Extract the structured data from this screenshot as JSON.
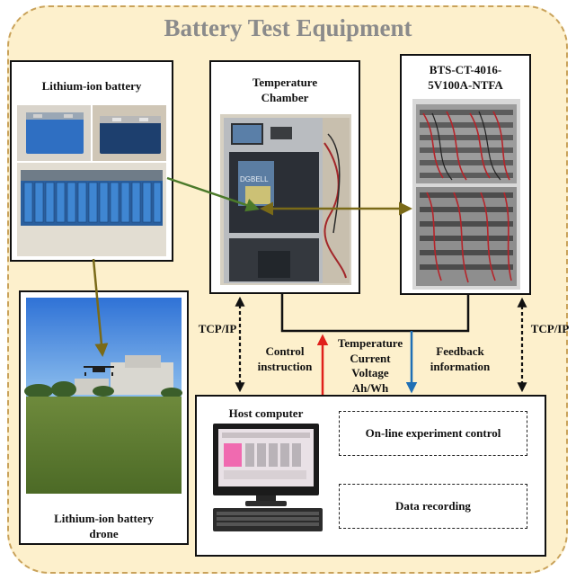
{
  "title": "Battery Test Equipment",
  "battery_panel": {
    "label": "Lithium-ion battery"
  },
  "chamber_panel": {
    "label_line1": "Temperature",
    "label_line2": "Chamber",
    "brand": "DGBELL"
  },
  "tester_panel": {
    "label_line1": "BTS-CT-4016-",
    "label_line2": "5V100A-NTFA"
  },
  "drone_panel": {
    "label_line1": "Lithium-ion battery",
    "label_line2": "drone"
  },
  "host_panel": {
    "label": "Host computer",
    "box1": "On-line experiment control",
    "box2": "Data recording"
  },
  "links": {
    "tcp_left": "TCP/IP",
    "tcp_right": "TCP/IP",
    "control_line1": "Control",
    "control_line2": "instruction",
    "measure_line1": "Temperature",
    "measure_line2": "Current",
    "measure_line3": "Voltage",
    "measure_line4": "Ah/Wh",
    "feedback_line1": "Feedback",
    "feedback_line2": "information"
  },
  "colors": {
    "arrow_olive": "#7a6a18",
    "arrow_green": "#4b7a2a",
    "arrow_red": "#e0201b",
    "arrow_blue": "#1f6fb5",
    "frame": "#c9a25a"
  }
}
